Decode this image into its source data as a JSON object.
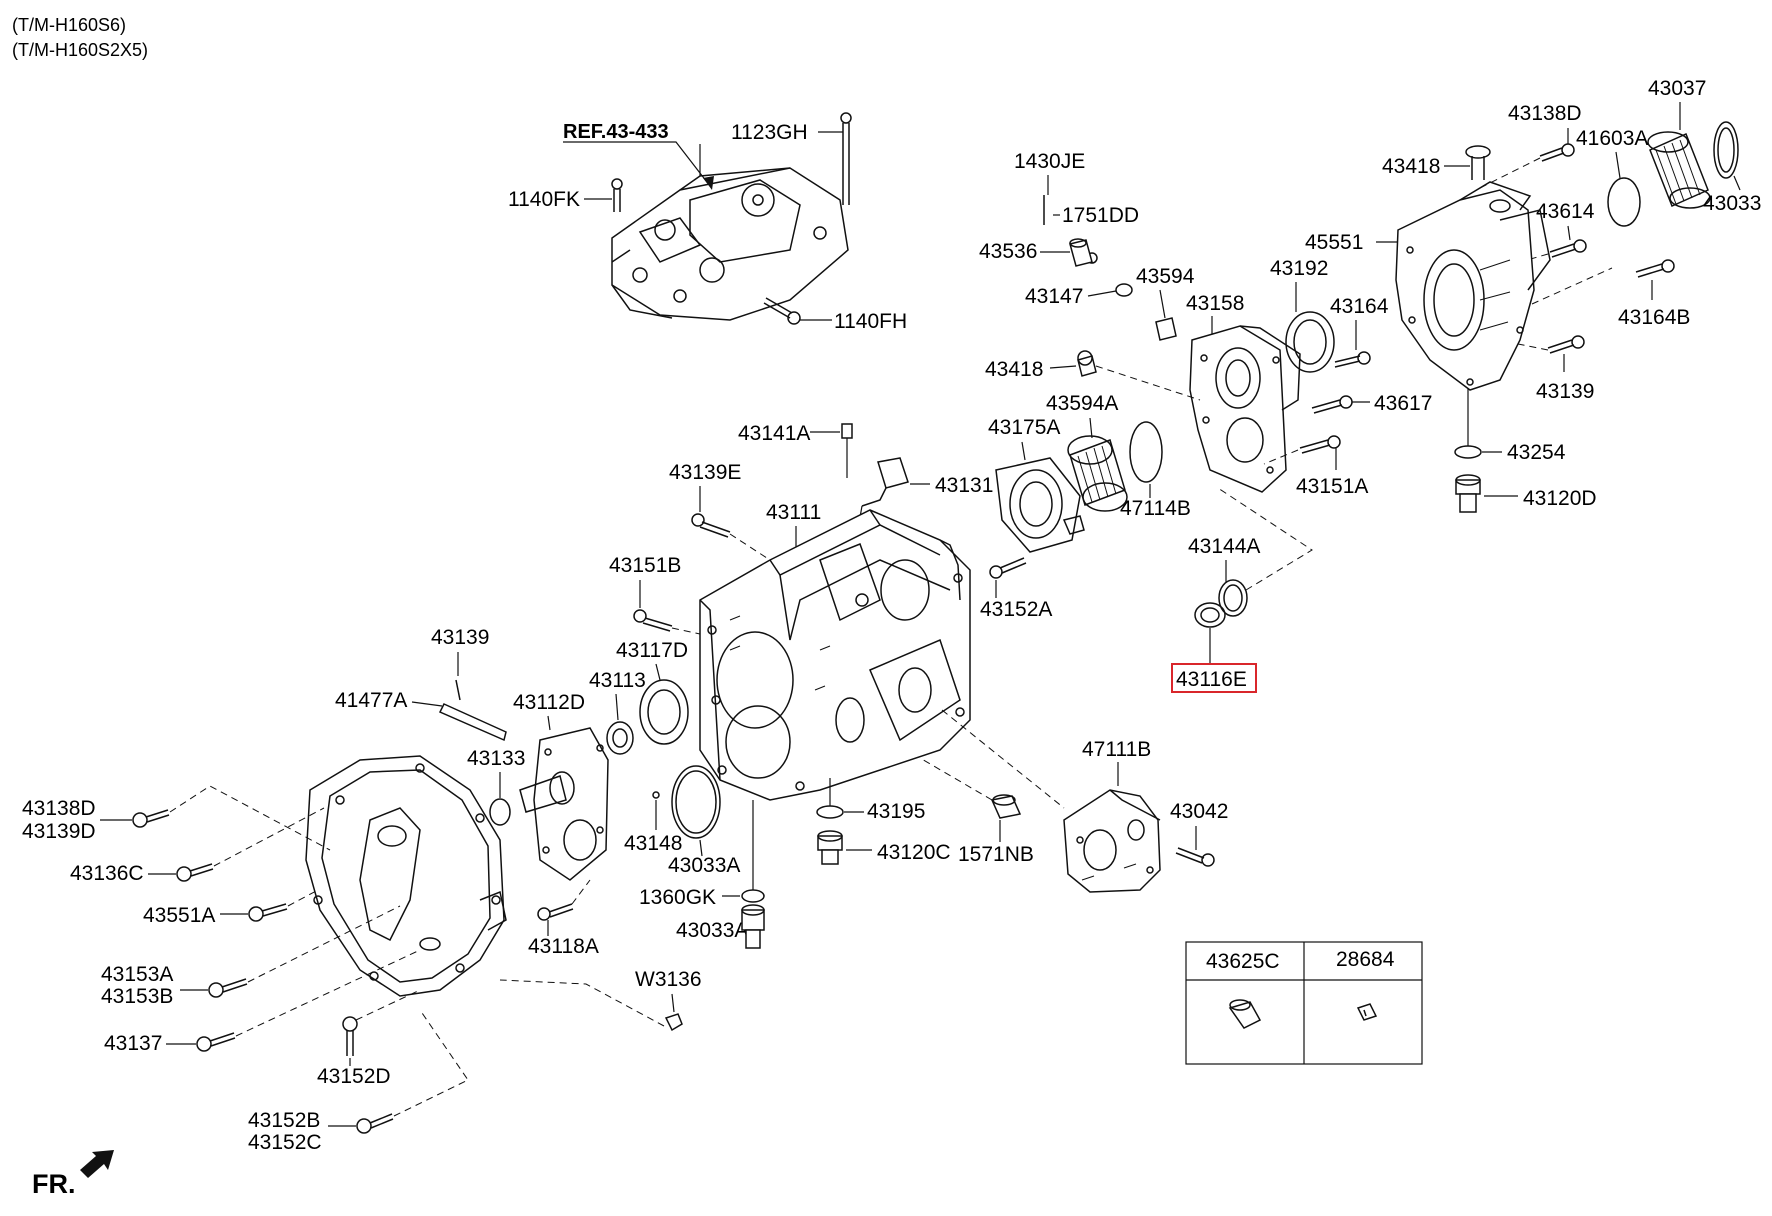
{
  "header": {
    "line1": "(T/M-H160S6)",
    "line2": "(T/M-H160S2X5)"
  },
  "ref_label": "REF.43-433",
  "front_label": "FR.",
  "highlight_color": "#d9262b",
  "callouts": {
    "c1123GH": "1123GH",
    "c1140FK": "1140FK",
    "c1140FH": "1140FH",
    "c1430JE": "1430JE",
    "c1751DD": "1751DD",
    "c43536": "43536",
    "c43594": "43594",
    "c43147": "43147",
    "c43158": "43158",
    "c43192": "43192",
    "c43164": "43164",
    "c43418a": "43418",
    "c43418b": "43418",
    "c43617": "43617",
    "c43594A": "43594A",
    "c43175A": "43175A",
    "c47114B": "47114B",
    "c43151A": "43151A",
    "c43138Da": "43138D",
    "c41603A": "41603A",
    "c43037": "43037",
    "c43033": "43033",
    "c43614": "43614",
    "c45551": "45551",
    "c43164B": "43164B",
    "c43139a": "43139",
    "c43254": "43254",
    "c43120D": "43120D",
    "c43141A": "43141A",
    "c43131": "43131",
    "c43139E": "43139E",
    "c43111": "43111",
    "c43151B": "43151B",
    "c43152A": "43152A",
    "c43144A": "43144A",
    "c43116E": "43116E",
    "c43117D": "43117D",
    "c43113": "43113",
    "c43112D": "43112D",
    "c43139b": "43139",
    "c41477A": "41477A",
    "c43133": "43133",
    "c43148": "43148",
    "c43033A": "43033A",
    "c1360GK": "1360GK",
    "c43033Ab": "43033A",
    "c43195": "43195",
    "c43120C": "43120C",
    "c1571NB": "1571NB",
    "c47111B": "47111B",
    "c43042": "43042",
    "c43138Db": "43138D",
    "c43139D": "43139D",
    "c43136C": "43136C",
    "c43551A": "43551A",
    "c43153A": "43153A",
    "c43153B": "43153B",
    "c43137": "43137",
    "c43118A": "43118A",
    "cW3136": "W3136",
    "c43152D": "43152D",
    "c43152B": "43152B",
    "c43152C": "43152C"
  },
  "table": {
    "col1": "43625C",
    "col2": "28684"
  }
}
